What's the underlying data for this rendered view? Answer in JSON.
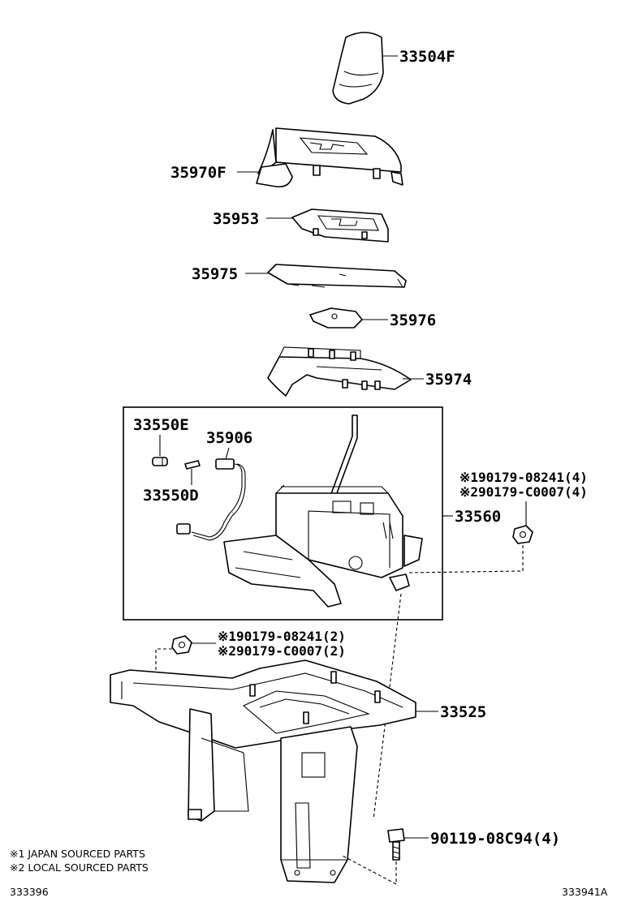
{
  "parts": {
    "knob": "33504F",
    "shift_indicator": "35970F",
    "plate": "35953",
    "slide_cover": "35975",
    "cover_small": "35976",
    "housing_cover": "35974",
    "lever_assy": "33560",
    "plug": "33550E",
    "pin": "33550D",
    "switch": "35906",
    "bracket": "33525",
    "bolt": "90119-08C94(4)"
  },
  "nuts_right": {
    "line1": "※190179-08241(4)",
    "line2": "※290179-C0007(4)"
  },
  "nuts_left": {
    "line1": "※190179-08241(2)",
    "line2": "※290179-C0007(2)"
  },
  "footnotes": {
    "note1": "※1 JAPAN SOURCED PARTS",
    "note2": "※2 LOCAL SOURCED PARTS"
  },
  "codes": {
    "left": "333396",
    "right": "333941A"
  }
}
